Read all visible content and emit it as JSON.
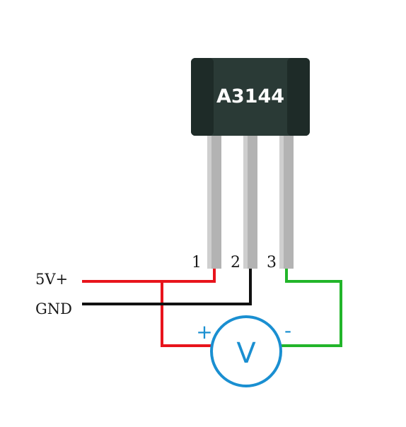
{
  "sensor": {
    "part_number": "A3144",
    "pins": [
      {
        "number": "1"
      },
      {
        "number": "2"
      },
      {
        "number": "3"
      }
    ]
  },
  "wires": {
    "supply_label": "5V+",
    "ground_label": "GND",
    "supply_color": "#e8141c",
    "ground_color": "#111111",
    "output_color": "#22b52a"
  },
  "voltmeter": {
    "symbol": "V",
    "positive_sign": "+",
    "negative_sign": "-",
    "color": "#1a8fd1"
  },
  "colors": {
    "chip_body": "#2a3a36",
    "chip_body_dark": "#1e2b28",
    "pin_metal": "#b3b3b3"
  }
}
